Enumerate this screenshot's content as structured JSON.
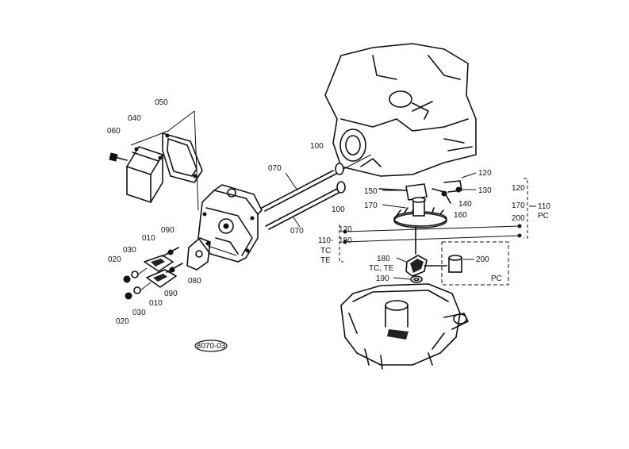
{
  "diagram": {
    "stamp": "8070-03",
    "callouts": {
      "c010a": "010",
      "c010b": "010",
      "c020a": "020",
      "c020b": "020",
      "c030a": "030",
      "c030b": "030",
      "c040": "040",
      "c050": "050",
      "c060": "060",
      "c070a": "070",
      "c070b": "070",
      "c080": "080",
      "c090a": "090",
      "c090b": "090",
      "c100a": "100",
      "c100b": "100",
      "c110pc": "110",
      "pc1": "PC",
      "c120a": "120",
      "c130": "130",
      "c120b": "120",
      "c170b": "170",
      "c200b": "200",
      "c150": "150",
      "c170": "170",
      "c140": "140",
      "c160": "160",
      "c110tc": "110-",
      "c120c": "120",
      "c180a": "180",
      "tc1": "TC",
      "te1": "TE",
      "c180b": "180",
      "tcte": "TC, TE",
      "c190": "190",
      "c200": "200",
      "pc2": "PC"
    }
  }
}
